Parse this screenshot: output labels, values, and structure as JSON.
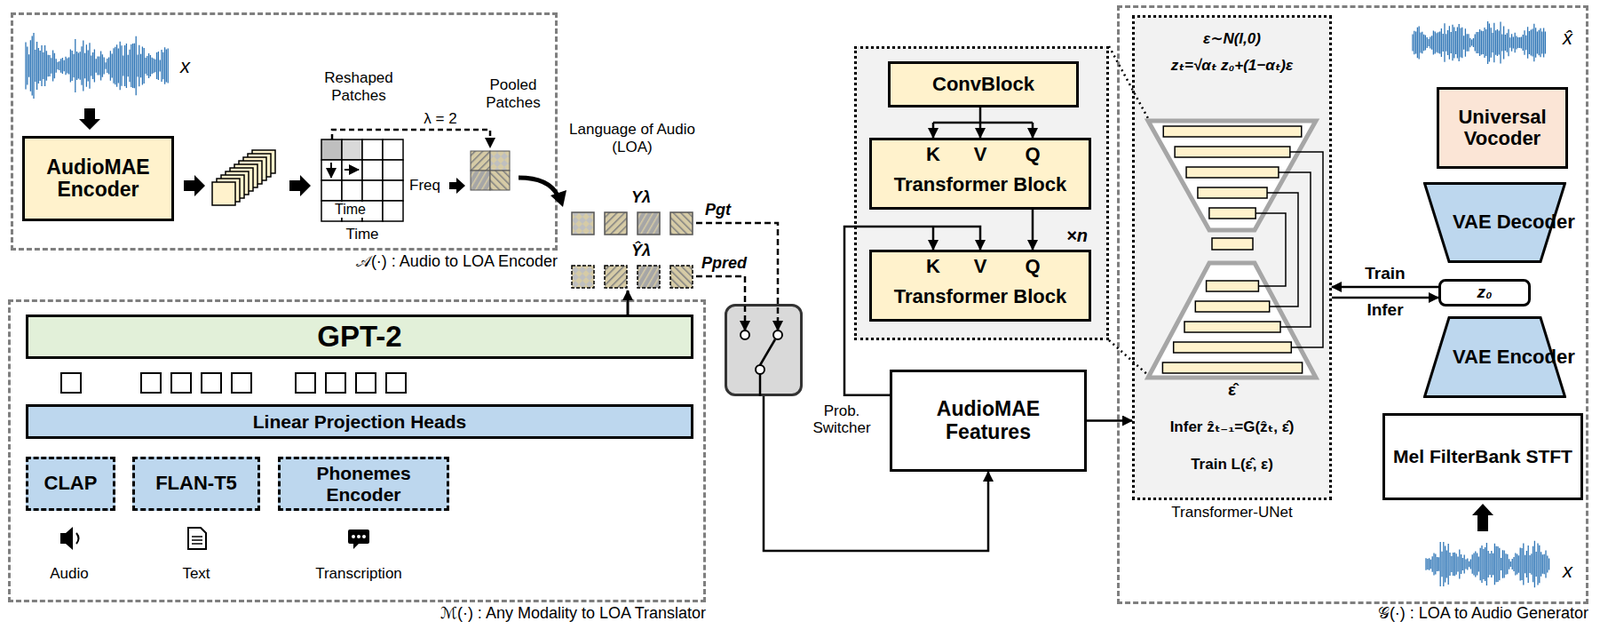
{
  "diagram": {
    "nodes": [
      {
        "text": [
          "𝒜(·) : Audio to LOA Encoder"
        ]
      },
      {
        "text": [
          "AudioMAE Encoder"
        ],
        "in": 0
      },
      {
        "text": [
          "ℳ(·) : Any Modality to LOA Translator"
        ]
      },
      {
        "text": [
          "GPT-2"
        ],
        "in": 2
      },
      {
        "text": [
          "Linear Projection Heads"
        ],
        "in": 2
      },
      {
        "text": [
          "CLAP"
        ],
        "in": 2
      },
      {
        "text": [
          "FLAN-T5"
        ],
        "in": 2
      },
      {
        "text": [
          "Phonemes Encoder"
        ],
        "in": 2
      },
      {
        "text": [
          "×n"
        ]
      },
      {
        "text": [
          "ConvBlock"
        ],
        "in": 8
      },
      {
        "text": [
          "K",
          "V",
          "Q",
          "Transformer Block"
        ],
        "in": 8
      },
      {
        "text": [
          "K",
          "V",
          "Q",
          "Transformer Block"
        ],
        "in": 8
      },
      {
        "text": [
          "Prob. Switcher"
        ]
      },
      {
        "text": [
          "AudioMAE Features"
        ]
      },
      {
        "text": [
          "𝒢(·) : LOA to Audio Generator"
        ]
      },
      {
        "text": [
          "Transformer-UNet",
          "ε∼N(I,0)",
          "zₜ=√αₜ z₀+(1−αₜ)ε",
          "ε̂",
          "Infer ẑₜ₋₁=G(ẑₜ, ε̂)",
          "Train L(ε̂, ε)"
        ],
        "in": 14
      },
      {
        "text": [
          "Universal Vocoder"
        ],
        "in": 14
      },
      {
        "text": [
          "VAE Decoder"
        ],
        "in": 14
      },
      {
        "text": [
          "z₀"
        ],
        "in": 14
      },
      {
        "text": [
          "VAE Encoder"
        ],
        "in": 14
      },
      {
        "text": [
          "Mel FilterBank STFT"
        ],
        "in": 14
      }
    ],
    "edges": [
      {
        "from": 9,
        "to": 10,
        "arrow": "to"
      },
      {
        "from": 10,
        "to": 11,
        "arrow": "to"
      },
      {
        "from": 12,
        "to": 13,
        "arrow": "to"
      },
      {
        "from": 13,
        "to": 11,
        "arrow": "to"
      },
      {
        "from": 13,
        "to": 15,
        "arrow": "to"
      },
      {
        "from": 18,
        "to": 15,
        "label": "Train",
        "arrow": "to"
      },
      {
        "from": 15,
        "to": 18,
        "label": "Infer",
        "arrow": "to"
      }
    ],
    "labels": [
      "x",
      "Reshaped Patches",
      "λ = 2",
      "Pooled Patches",
      "Time",
      "Freq",
      "Time",
      "Language of Audio (LOA)",
      "Yλ",
      "Ŷλ",
      "Pgt",
      "Ppred",
      "x̂",
      "x",
      "Audio",
      "Text",
      "Transcription"
    ]
  }
}
